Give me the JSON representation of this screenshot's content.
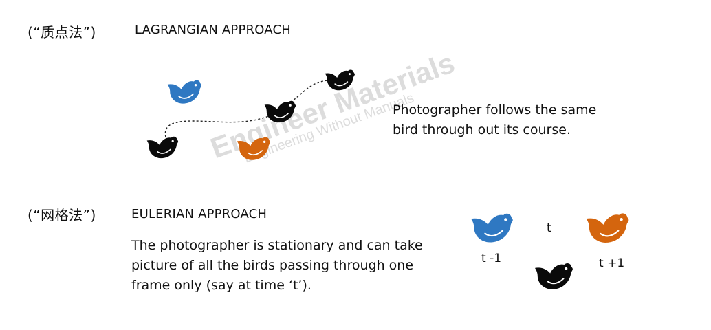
{
  "lagrangian": {
    "cn_label": "(“质点法”)",
    "heading": "LAGRANGIAN APPROACH",
    "caption_line1": "Photographer follows the same",
    "caption_line2": "bird through out its course."
  },
  "eulerian": {
    "cn_label": "(“网格法”)",
    "heading": "EULERIAN APPROACH",
    "desc_line1": "The photographer is stationary and can take",
    "desc_line2": "picture of all the birds passing through one",
    "desc_line3": "frame only (say at time  ‘t’).",
    "label_prev": "t -1",
    "label_now": "t",
    "label_next": "t +1"
  },
  "watermark": {
    "main": "Engineer Materials",
    "sub": "Engineering Without Manuals"
  },
  "colors": {
    "blue": "#2f78c2",
    "orange": "#d4650e",
    "black": "#0a0a0a"
  }
}
